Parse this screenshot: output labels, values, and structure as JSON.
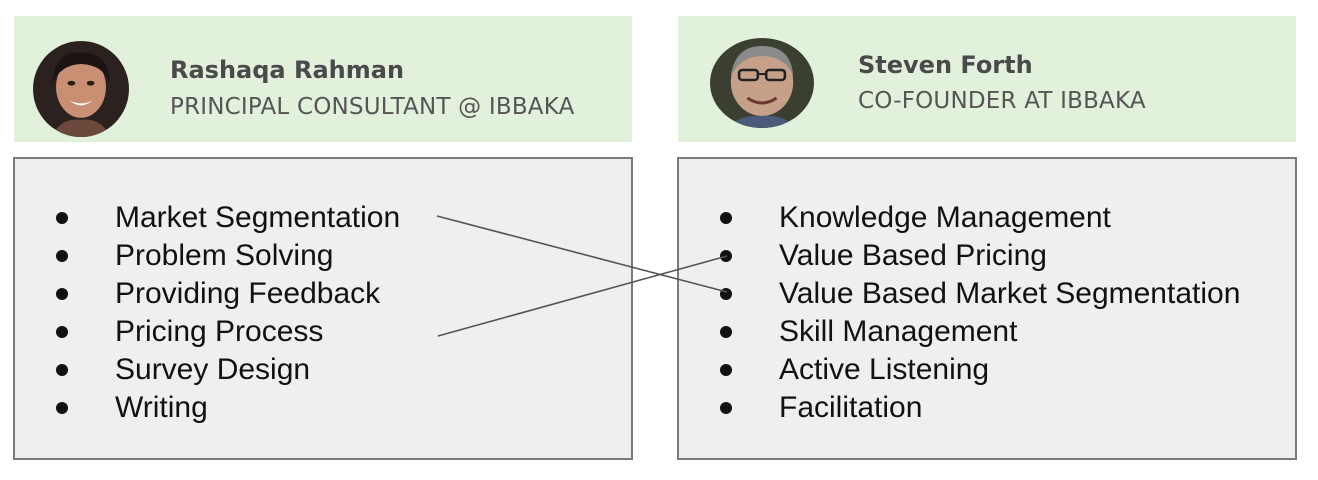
{
  "left": {
    "name": "Rashaqa Rahman",
    "role": "PRINCIPAL CONSULTANT @ IBBAKA",
    "skills": [
      "Market Segmentation",
      "Problem Solving",
      "Providing Feedback",
      "Pricing Process",
      "Survey Design",
      "Writing"
    ]
  },
  "right": {
    "name": "Steven Forth",
    "role": "CO-FOUNDER AT IBBAKA",
    "skills": [
      "Knowledge Management",
      "Value Based Pricing",
      "Value Based Market Segmentation",
      "Skill Management",
      "Active Listening",
      "Facilitation"
    ]
  },
  "connections": [
    {
      "from": "Market Segmentation",
      "to": "Value Based Market Segmentation"
    },
    {
      "from": "Pricing Process",
      "to": "Value Based Pricing"
    }
  ],
  "colors": {
    "header_bg": "#e2f1dc",
    "box_bg": "#efefef",
    "box_border": "#7a7a7a",
    "link_line": "#555555"
  }
}
